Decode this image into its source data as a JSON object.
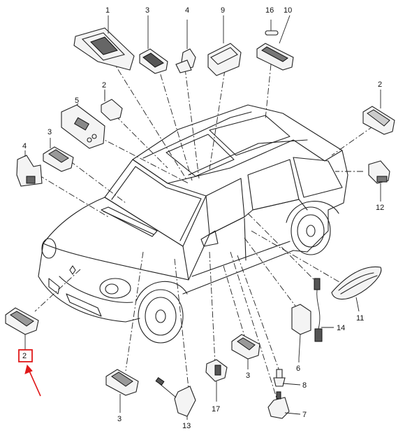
{
  "callouts": [
    {
      "id": "c1",
      "text": "1"
    },
    {
      "id": "c3a",
      "text": "3"
    },
    {
      "id": "c4a",
      "text": "4"
    },
    {
      "id": "c9",
      "text": "9"
    },
    {
      "id": "c16",
      "text": "16"
    },
    {
      "id": "c10",
      "text": "10"
    },
    {
      "id": "c2a",
      "text": "2"
    },
    {
      "id": "c5",
      "text": "5"
    },
    {
      "id": "c2b",
      "text": "2"
    },
    {
      "id": "c3b",
      "text": "3"
    },
    {
      "id": "c4b",
      "text": "4"
    },
    {
      "id": "c12",
      "text": "12"
    },
    {
      "id": "c11",
      "text": "11"
    },
    {
      "id": "c14",
      "text": "14"
    },
    {
      "id": "c6",
      "text": "6"
    },
    {
      "id": "c3c",
      "text": "3"
    },
    {
      "id": "c8",
      "text": "8"
    },
    {
      "id": "c7",
      "text": "7"
    },
    {
      "id": "c17",
      "text": "17"
    },
    {
      "id": "c13",
      "text": "13"
    },
    {
      "id": "c3d",
      "text": "3"
    },
    {
      "id": "c2c",
      "text": "2"
    }
  ],
  "highlight": {
    "callout": "c2c",
    "color": "#e0191a"
  }
}
